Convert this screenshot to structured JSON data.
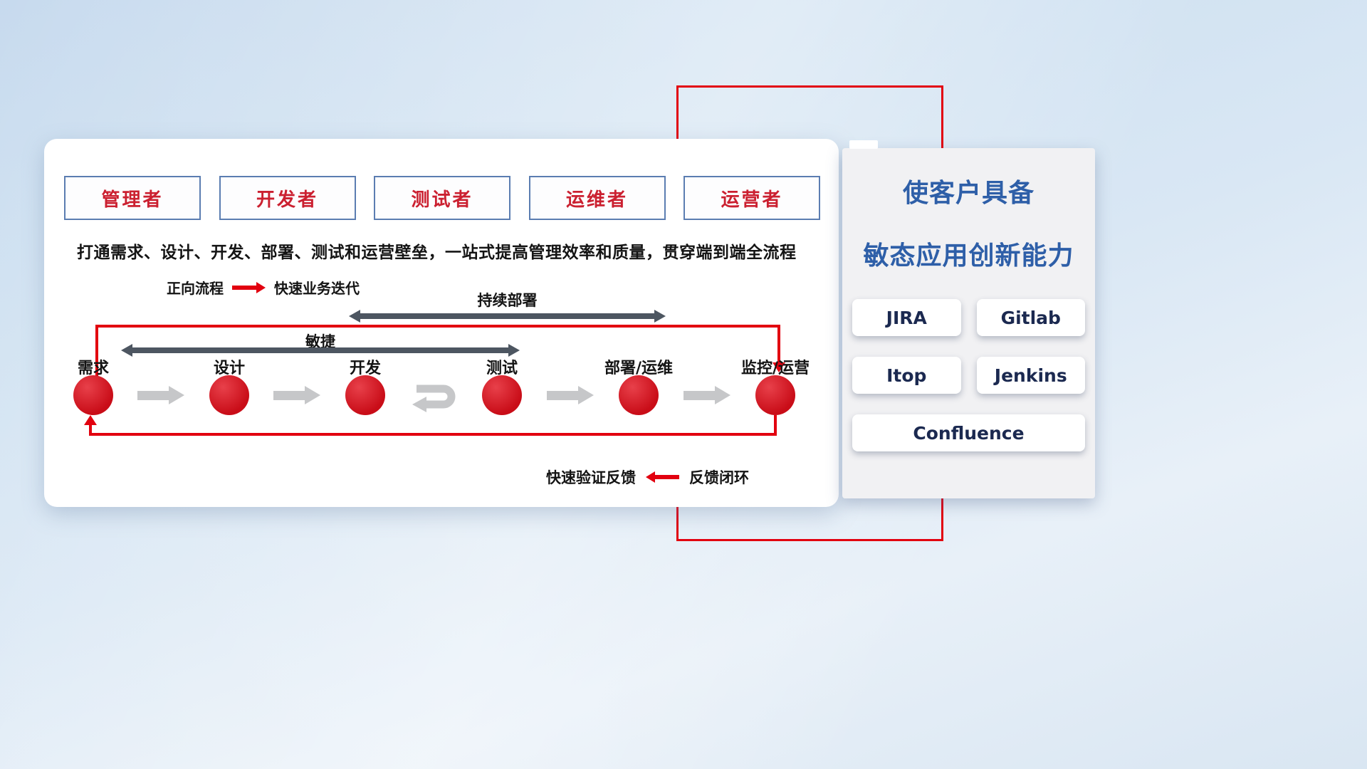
{
  "colors": {
    "accent_red": "#e2000f",
    "title_blue": "#2e5fa8",
    "role_text_red": "#cb2030",
    "role_border_blue": "#5b7db1",
    "dark_arrow": "#4d5661",
    "gray_arrow": "#c6c7c9"
  },
  "main_panel": {
    "roles": [
      {
        "label": "管理者"
      },
      {
        "label": "开发者"
      },
      {
        "label": "测试者"
      },
      {
        "label": "运维者"
      },
      {
        "label": "运营者"
      }
    ],
    "subtitle": "打通需求、设计、开发、部署、测试和运营壁垒，一站式提高管理效率和质量，贯穿端到端全流程",
    "legend": {
      "forward_label": "正向流程",
      "forward_desc": "快速业务迭代"
    },
    "span_arrows": {
      "continuous_deploy": "持续部署",
      "agile": "敏捷"
    },
    "stages": [
      {
        "label": "需求"
      },
      {
        "label": "设计"
      },
      {
        "label": "开发"
      },
      {
        "label": "测试"
      },
      {
        "label": "部署/运维"
      },
      {
        "label": "监控/运营"
      }
    ],
    "feedback": {
      "fast_label": "快速验证反馈",
      "loop_label": "反馈闭环"
    }
  },
  "side_panel": {
    "title_line1": "使客户具备",
    "title_line2": "敏态应用创新能力",
    "tools": [
      {
        "label": "JIRA"
      },
      {
        "label": "Gitlab"
      },
      {
        "label": "Itop"
      },
      {
        "label": "Jenkins"
      },
      {
        "label": "Confluence"
      }
    ]
  }
}
